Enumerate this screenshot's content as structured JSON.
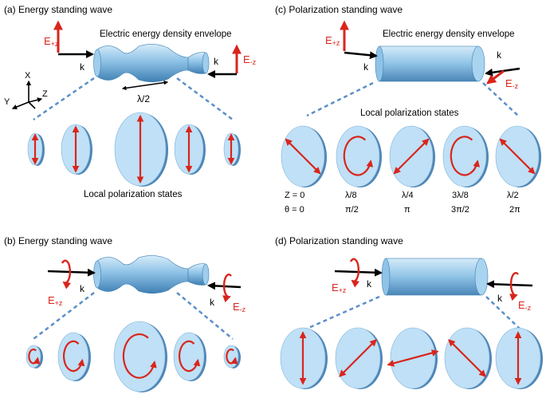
{
  "panels": {
    "a": {
      "title": "(a) Energy standing wave",
      "envelope_label": "Electric energy density envelope",
      "e_left": "E",
      "e_left_sub": "+z",
      "e_right": "E",
      "e_right_sub": "-z",
      "k_left": "k",
      "k_right": "k",
      "wavelength": "λ/2",
      "axes": {
        "x": "X",
        "y": "Y",
        "z": "Z"
      },
      "local_label": "Local polarization states"
    },
    "b": {
      "title": "(b) Energy standing wave",
      "e_left": "E",
      "e_left_sub": "+z",
      "e_right": "E",
      "e_right_sub": "-z",
      "k_left": "k",
      "k_right": "k"
    },
    "c": {
      "title": "(c) Polarization standing wave",
      "envelope_label": "Electric energy density envelope",
      "e_left": "E",
      "e_left_sub": "+z",
      "e_right": "E",
      "e_right_sub": "-z",
      "k_left": "k",
      "k_right": "k",
      "local_label": "Local polarization states",
      "z_row": [
        "Z = 0",
        "λ/8",
        "λ/4",
        "3λ/8",
        "λ/2"
      ],
      "theta_row": [
        "θ = 0",
        "π/2",
        "π",
        "3π/2",
        "2π"
      ]
    },
    "d": {
      "title": "(d) Polarization standing wave",
      "e_left": "E",
      "e_left_sub": "+z",
      "e_right": "E",
      "e_right_sub": "-z",
      "k_left": "k",
      "k_right": "k"
    }
  },
  "colors": {
    "arrow_red": "#d9251c",
    "disk_face": "#bfe0f6",
    "disk_rim": "#4f86b6",
    "dash_blue": "#5b8fc9"
  }
}
